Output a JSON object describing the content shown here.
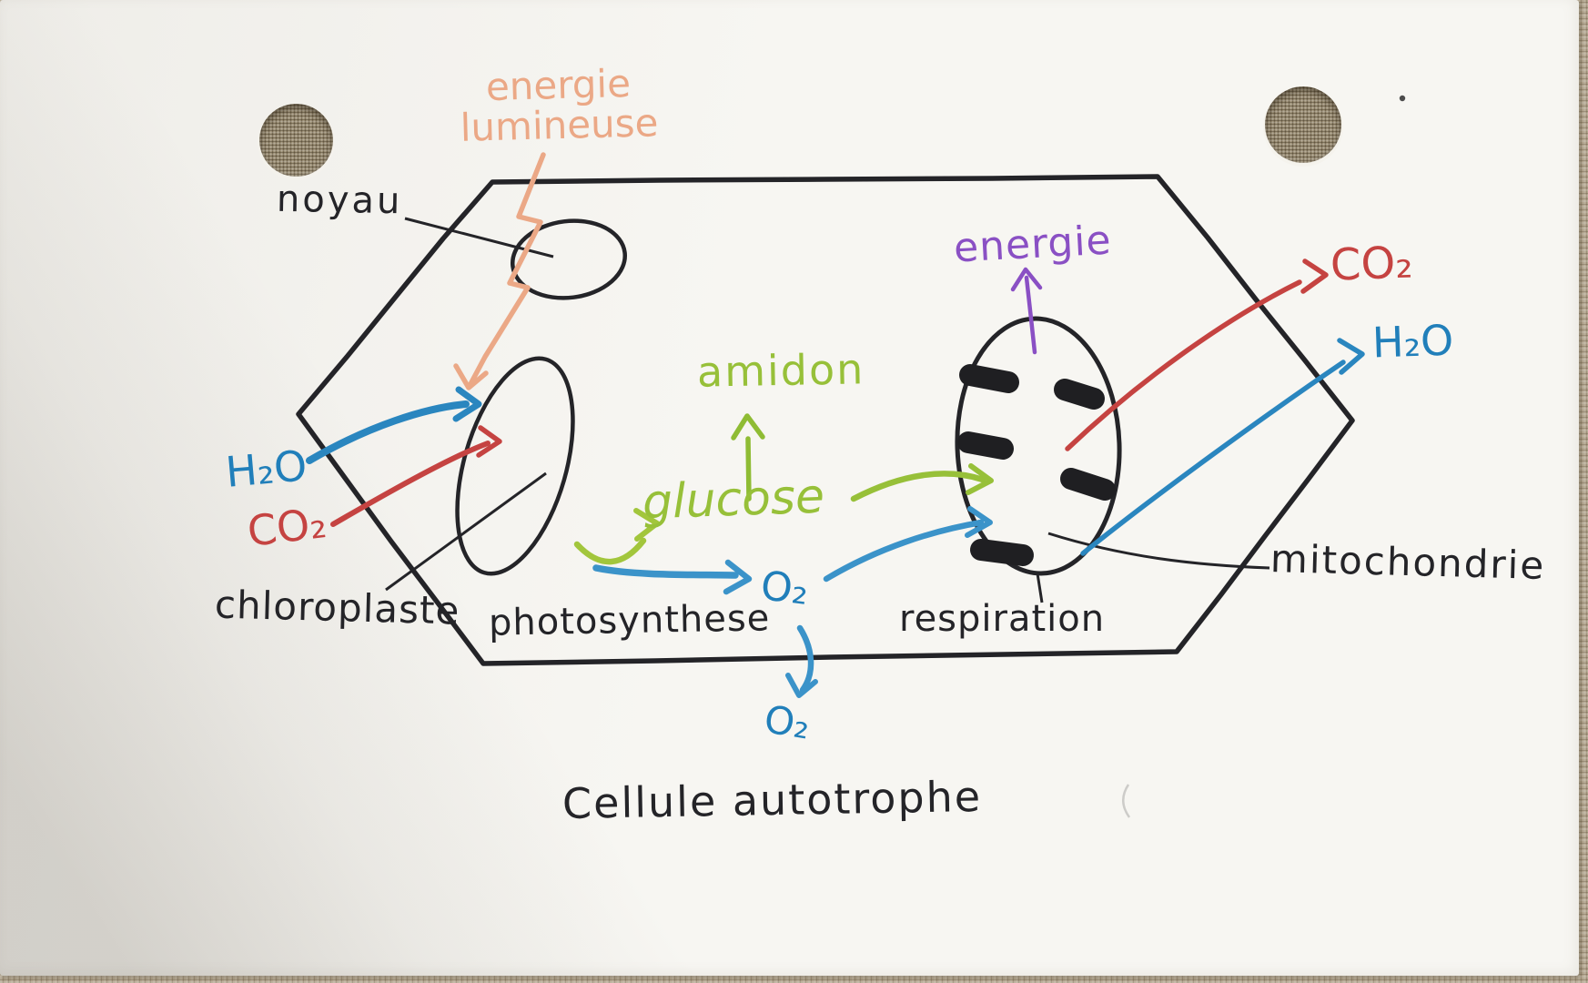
{
  "card": {
    "title": "Cellule autotrophe",
    "labels": {
      "light_energy_line1": "energie",
      "light_energy_line2": "lumineuse",
      "nucleus": "noyau",
      "water_in": "H₂O",
      "carbon_dioxide_in": "CO₂",
      "chloroplast": "chloroplaste",
      "photosynthesis": "photosynthese",
      "starch": "amidon",
      "glucose": "glucose",
      "oxygen": "O₂",
      "respiration": "respiration",
      "energy": "energie",
      "carbon_dioxide_out": "CO₂",
      "water_out": "H₂O",
      "mitochondrion": "mitochondrie",
      "oxygen_released": "O₂"
    }
  },
  "colors": {
    "ink": "#242428",
    "water_blue": "#217fba",
    "co2_red": "#c54341",
    "glucose_green": "#97c039",
    "light_energy_orange": "#eba886",
    "energy_purple": "#8a50c4",
    "paper": "#f7f6f2",
    "fabric_background": "#b3a68f"
  }
}
